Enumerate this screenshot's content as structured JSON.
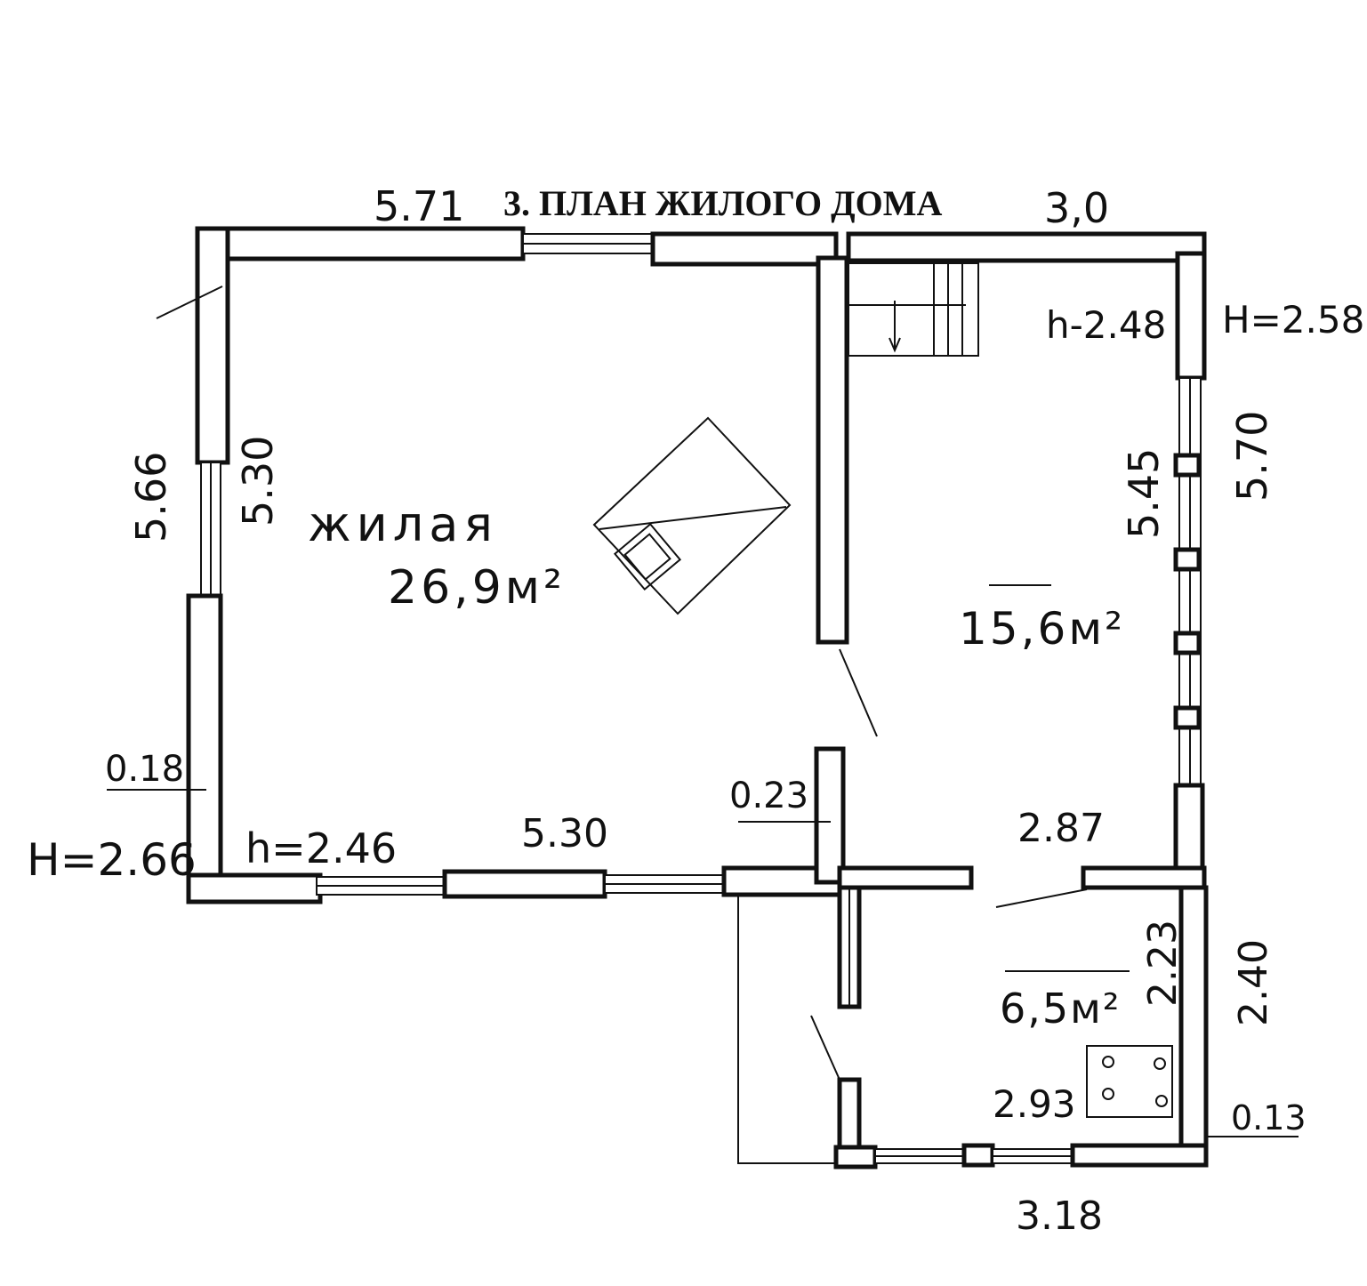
{
  "title": "3. ПЛАН ЖИЛОГО ДОМА",
  "dimensions": {
    "top_left": "5.71",
    "top_right": "3,0",
    "left_outer": "5.66",
    "left_inner": "5.30",
    "bottom_inner": "5.30",
    "right_inner": "5.45",
    "right_outer": "5.70",
    "kitchen_width": "2.87",
    "kitchen_height_inner": "2.23",
    "kitchen_height_outer": "2.40",
    "kitchen_inner_width": "2.93",
    "kitchen_bottom": "3.18"
  },
  "heights": {
    "left_outer": "H=2.66",
    "left_inner": "h=2.46",
    "right_outer": "H=2.58",
    "right_inner": "h-2.48"
  },
  "wall_thickness": {
    "left": "0.18",
    "partition": "0.23",
    "kitchen": "0.13"
  },
  "rooms": {
    "living_label": "жилая",
    "living_area": "26,9м²",
    "right_area": "15,6м²",
    "kitchen_area": "6,5м²"
  }
}
